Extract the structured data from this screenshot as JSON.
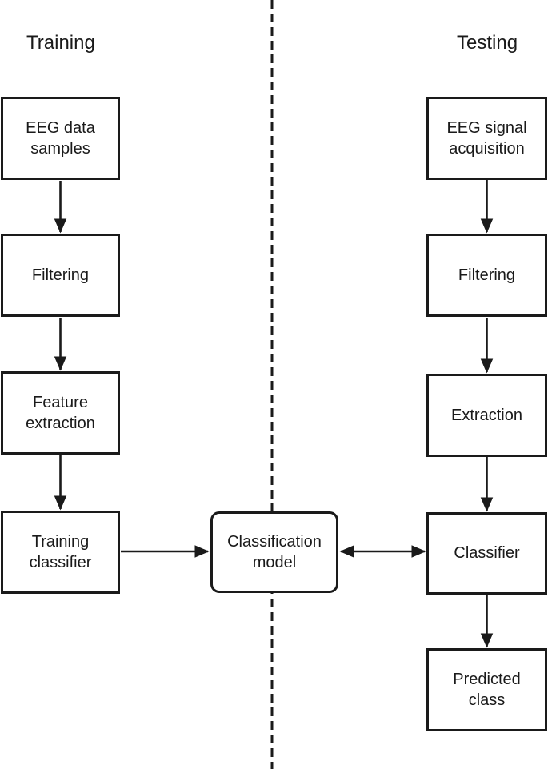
{
  "headings": {
    "training": "Training",
    "testing": "Testing"
  },
  "nodes": {
    "eeg_data_samples": {
      "label": "EEG data samples"
    },
    "filtering_training": {
      "label": "Filtering"
    },
    "feature_extraction": {
      "label": "Feature extraction"
    },
    "training_classifier": {
      "label": "Training classifier"
    },
    "classification_model": {
      "label": "Classification model"
    },
    "eeg_signal_acquisition": {
      "label": "EEG signal acquisition"
    },
    "filtering_testing": {
      "label": "Filtering"
    },
    "extraction": {
      "label": "Extraction"
    },
    "classifier": {
      "label": "Classifier"
    },
    "predicted_class": {
      "label": "Predicted class"
    }
  },
  "edges": [
    {
      "from": "eeg_data_samples",
      "to": "filtering_training",
      "type": "arrow"
    },
    {
      "from": "filtering_training",
      "to": "feature_extraction",
      "type": "arrow"
    },
    {
      "from": "feature_extraction",
      "to": "training_classifier",
      "type": "arrow"
    },
    {
      "from": "training_classifier",
      "to": "classification_model",
      "type": "arrow"
    },
    {
      "from": "classification_model",
      "to": "classifier",
      "type": "double-arrow"
    },
    {
      "from": "eeg_signal_acquisition",
      "to": "filtering_testing",
      "type": "arrow"
    },
    {
      "from": "filtering_testing",
      "to": "extraction",
      "type": "arrow"
    },
    {
      "from": "extraction",
      "to": "classifier",
      "type": "arrow"
    },
    {
      "from": "classifier",
      "to": "predicted_class",
      "type": "arrow"
    }
  ],
  "divider": {
    "style": "dashed-vertical"
  },
  "colors": {
    "stroke": "#1a1a1a",
    "background": "#ffffff"
  }
}
